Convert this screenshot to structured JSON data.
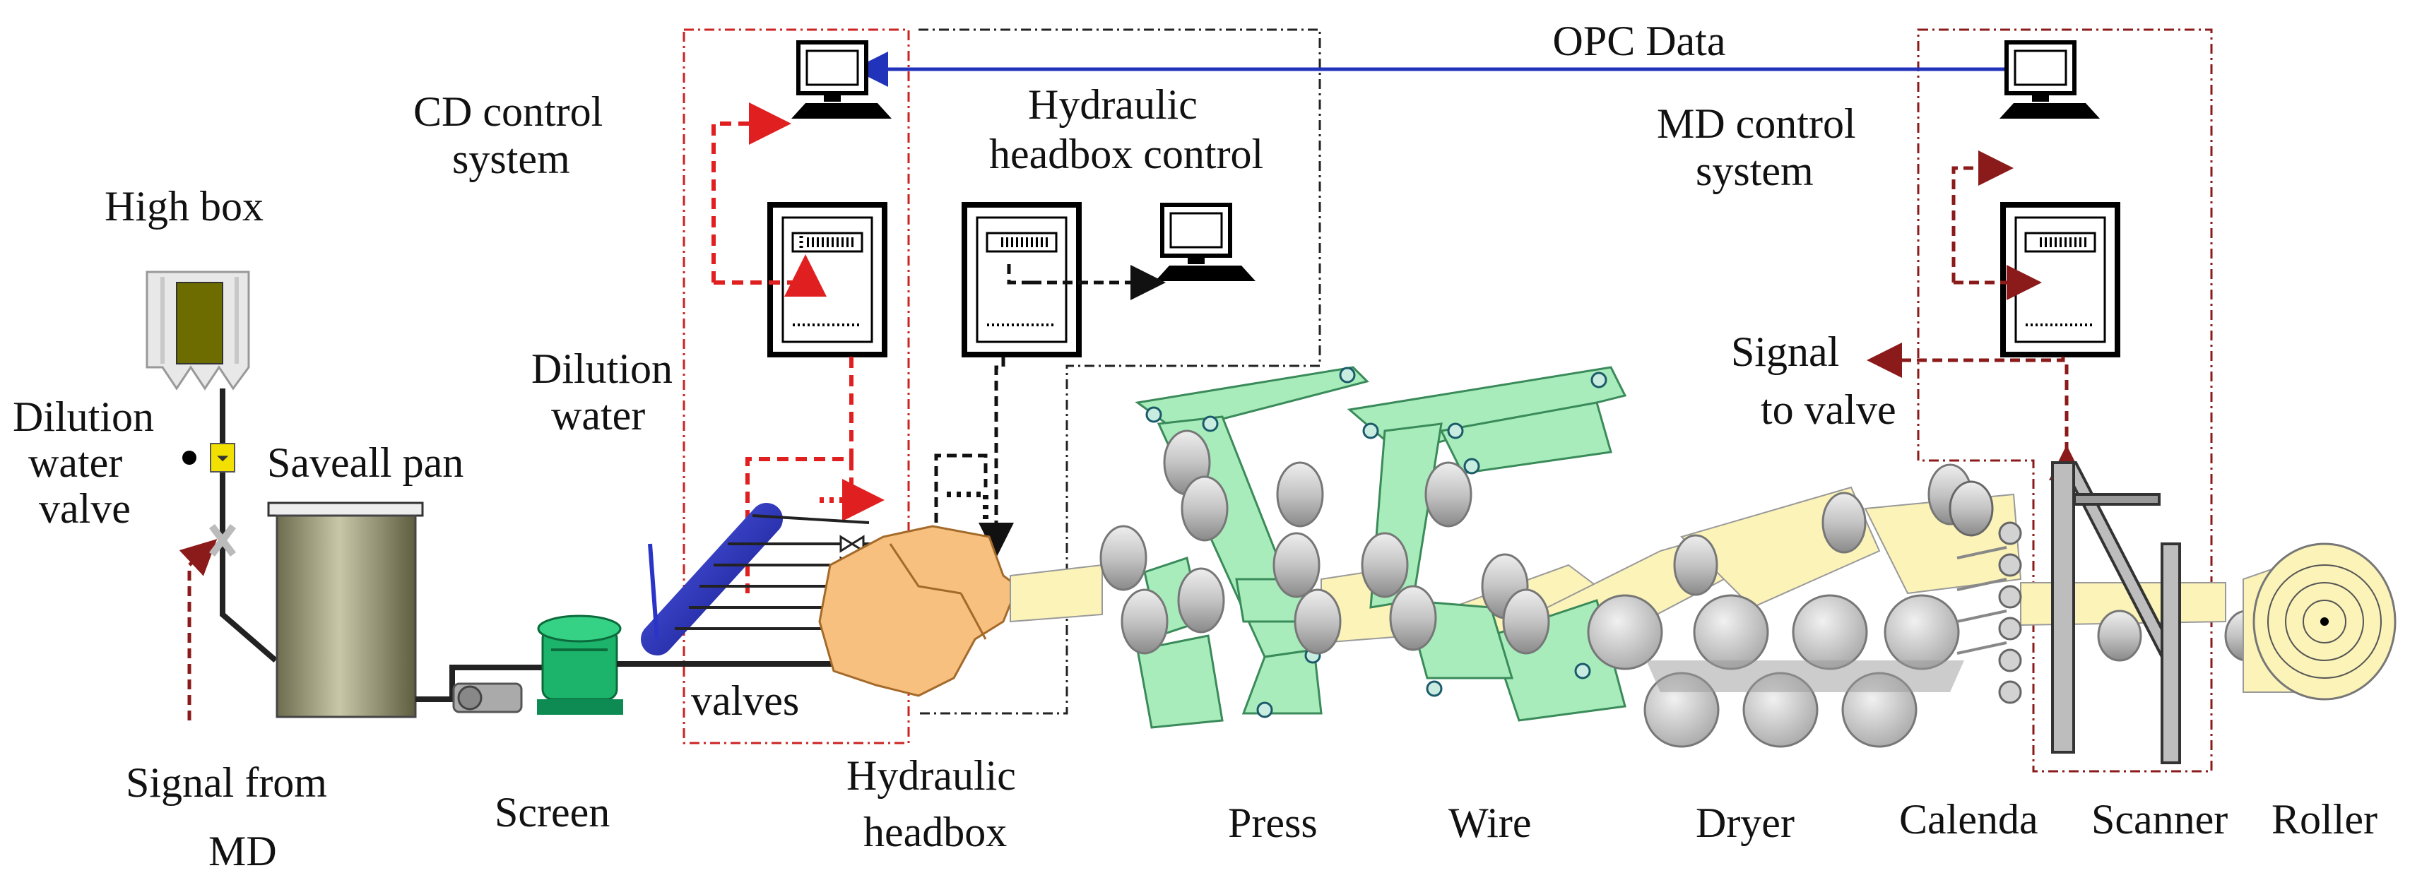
{
  "labels": {
    "opc_data": "OPC Data",
    "cd_control_1": "CD control",
    "cd_control_2": "system",
    "hydraulic_control_1": "Hydraulic",
    "hydraulic_control_2": "headbox control",
    "md_control_1": "MD control",
    "md_control_2": "system",
    "high_box": "High box",
    "dilution_water_valve_1": "Dilution",
    "dilution_water_valve_2": "water",
    "dilution_water_valve_3": "valve",
    "dilution_water_1": "Dilution",
    "dilution_water_2": "water",
    "saveall_pan": "Saveall pan",
    "signal_to_valve_1": "Signal",
    "signal_to_valve_2": "to valve",
    "valves": "valves",
    "signal_from_md_1": "Signal from",
    "signal_from_md_2": "MD",
    "screen": "Screen",
    "hydraulic_headbox_1": "Hydraulic",
    "hydraulic_headbox_2": "headbox",
    "press": "Press",
    "wire": "Wire",
    "dryer": "Dryer",
    "calenda": "Calenda",
    "scanner": "Scanner",
    "roller": "Roller"
  },
  "colors": {
    "red_signal": "#e02020",
    "dark_red_signal": "#8b1a1a",
    "black_signal": "#111111",
    "opc_link": "#2233bb",
    "felt_green": "#a8ecbc",
    "paper_web": "#fbf3b8",
    "roll_grey": "#c9c9c9",
    "headbox_orange": "#f7c07e",
    "screen_green": "#1bb46a",
    "tank_olive": "#9c9a7a",
    "pipe_blue": "#2a35c8"
  }
}
